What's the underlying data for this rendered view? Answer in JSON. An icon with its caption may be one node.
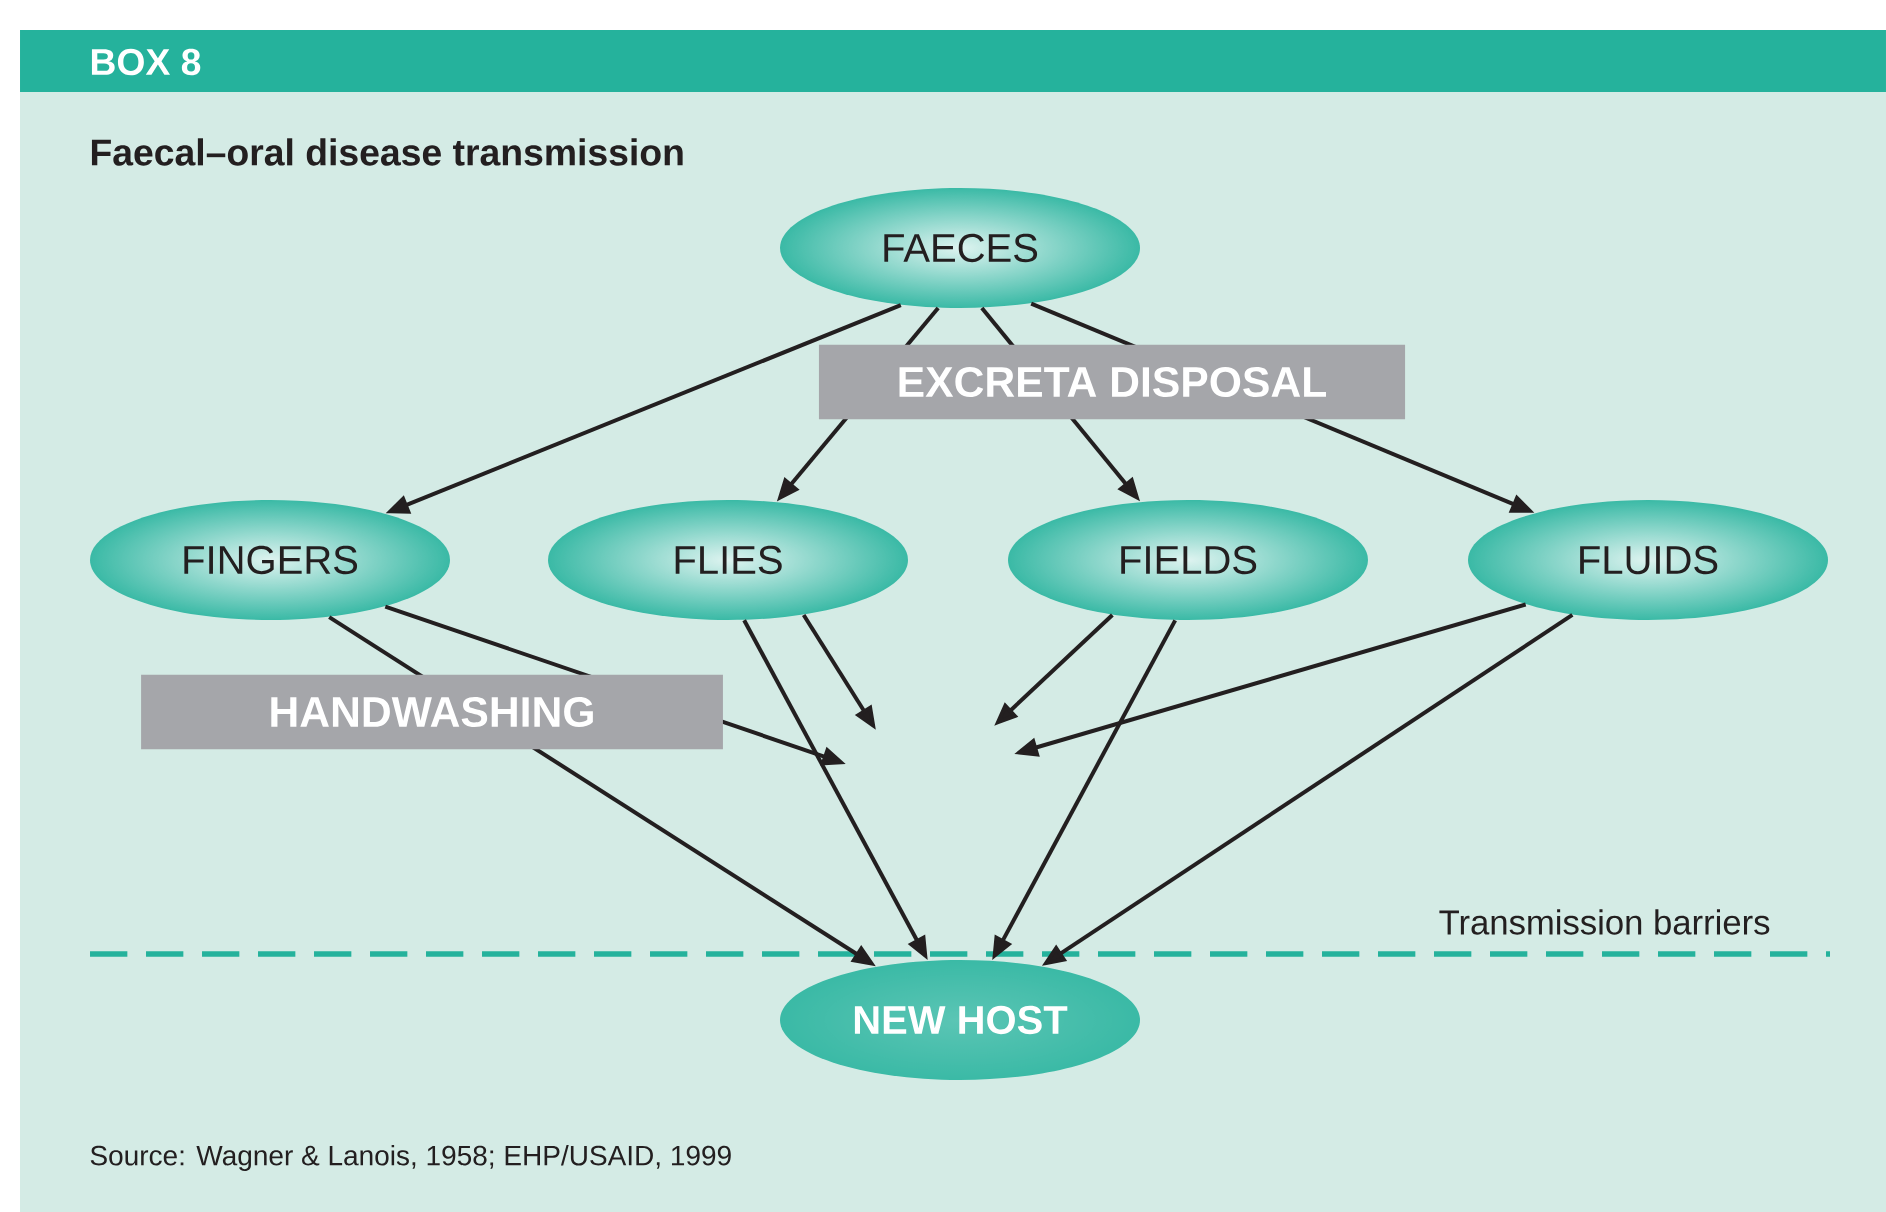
{
  "diagram": {
    "title": "Faecal–oral disease transmission",
    "caption": "Source: Wagner & Lanois, 1958; EHP/USAID, 1999",
    "nodes": [
      {
        "text": [
          "FAECES"
        ]
      },
      {
        "text": [
          "FINGERS"
        ]
      },
      {
        "text": [
          "FLIES"
        ]
      },
      {
        "text": [
          "FIELDS"
        ]
      },
      {
        "text": [
          "FLUIDS"
        ]
      },
      {
        "text": [
          "NEW HOST"
        ]
      }
    ],
    "edges": [
      {
        "from": 0,
        "to": 1,
        "arrow": "to"
      },
      {
        "from": 0,
        "to": 2,
        "arrow": "to"
      },
      {
        "from": 0,
        "to": 3,
        "arrow": "to"
      },
      {
        "from": 0,
        "to": 4,
        "arrow": "to"
      },
      {
        "from": 1,
        "to": null,
        "arrow": "to"
      },
      {
        "from": 1,
        "to": 5,
        "arrow": "to"
      },
      {
        "from": 2,
        "to": null,
        "arrow": "to"
      },
      {
        "from": 2,
        "to": 5,
        "arrow": "to"
      },
      {
        "from": 3,
        "to": null,
        "arrow": "to"
      },
      {
        "from": 3,
        "to": 5,
        "arrow": "to"
      },
      {
        "from": 4,
        "to": null,
        "arrow": "to"
      },
      {
        "from": 4,
        "to": 5,
        "arrow": "to"
      }
    ],
    "labels": [
      "BOX 8",
      "EXCRETA DISPOSAL",
      "HANDWASHING",
      "Transmission barriers"
    ]
  }
}
